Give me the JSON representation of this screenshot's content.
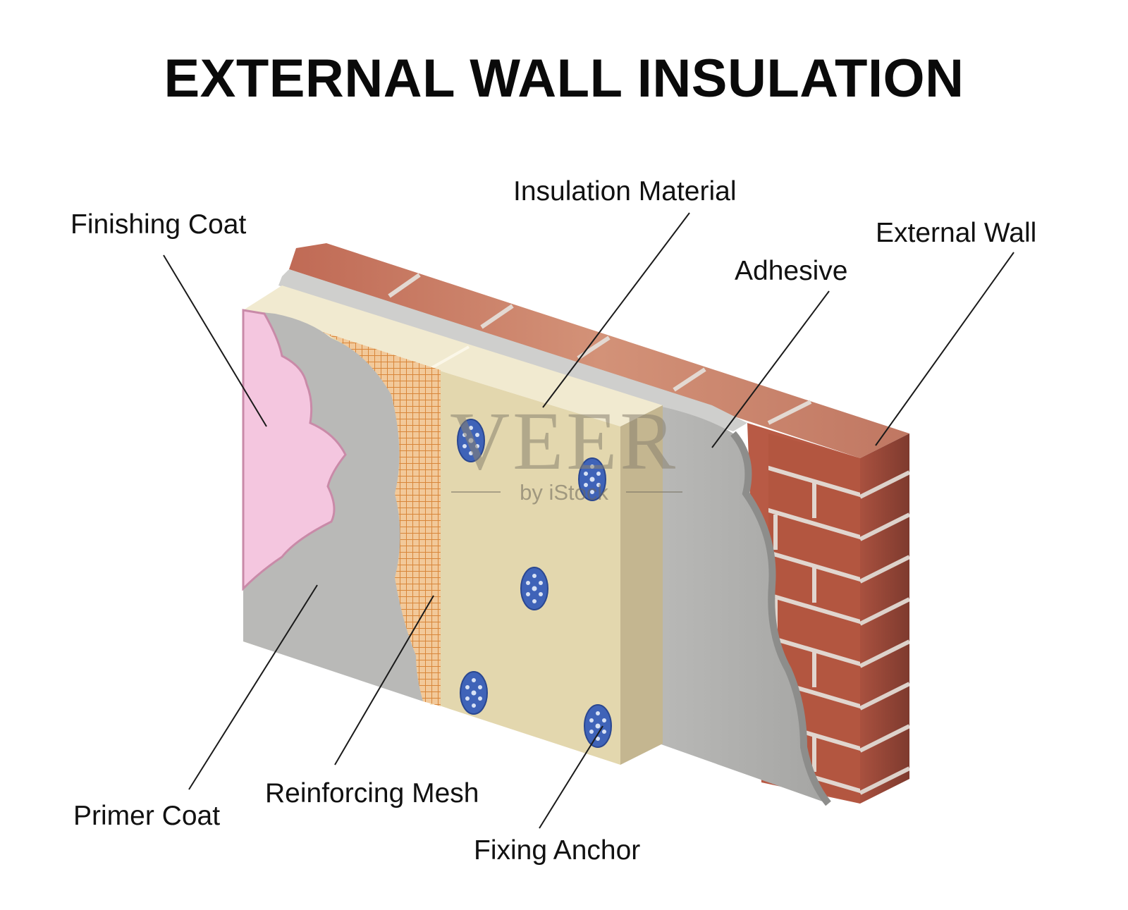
{
  "title": "EXTERNAL WALL INSULATION",
  "labels": {
    "finishing_coat": "Finishing Coat",
    "insulation_material": "Insulation Material",
    "external_wall": "External Wall",
    "adhesive": "Adhesive",
    "primer_coat": "Primer Coat",
    "reinforcing_mesh": "Reinforcing Mesh",
    "fixing_anchor": "Fixing Anchor"
  },
  "watermark": {
    "brand": "VEER",
    "sub": "by iStock"
  },
  "colors": {
    "finishing": "#f4c6df",
    "finishing_edge": "#c98aa8",
    "primer": "#b8b8b6",
    "mesh": "#e8a15a",
    "insulation_front": "#e6dab0",
    "insulation_top": "#f1ead0",
    "insulation_side": "#c4b690",
    "adhesive": "#adadab",
    "brick": "#b85a45",
    "brick_top": "#c98972",
    "mortar": "#d4c8c0",
    "anchor": "#3f63b8"
  }
}
